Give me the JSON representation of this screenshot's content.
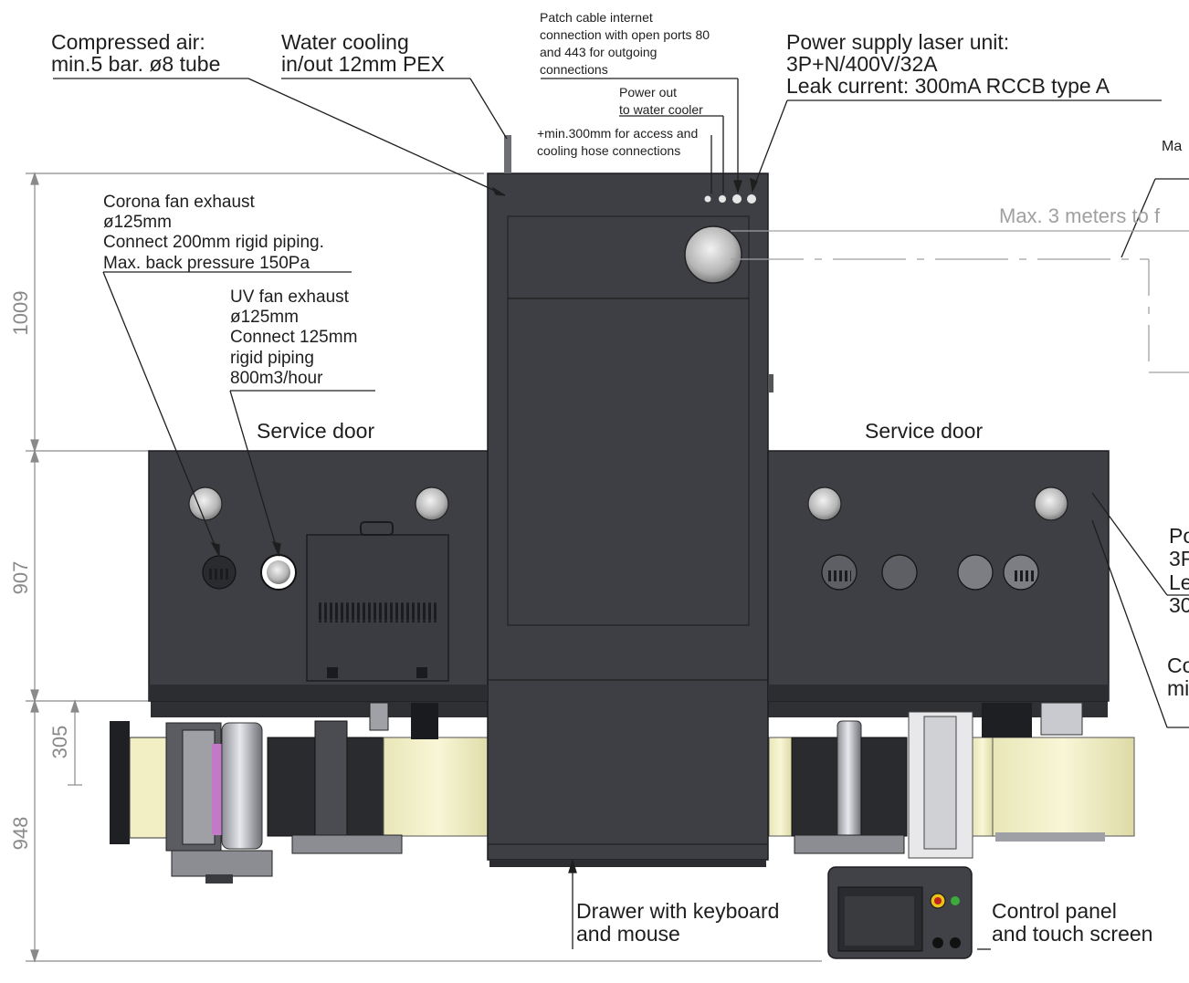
{
  "dimensions": {
    "top_height": "1009",
    "middle_height": "907",
    "lower_height": "305",
    "base_height": "948"
  },
  "labels": {
    "compressed_air": [
      "Compressed air:",
      "min.5 bar. ø8 tube"
    ],
    "water_cooling": [
      "Water cooling",
      "in/out 12mm PEX"
    ],
    "patch_cable": [
      "Patch cable internet",
      "connection with open ports 80",
      "and 443 for outgoing",
      "connections"
    ],
    "power_out": [
      "Power out",
      "to water cooler"
    ],
    "access_clearance": [
      "+min.300mm for access and",
      "cooling hose connections"
    ],
    "power_supply": [
      "Power supply laser unit:",
      "3P+N/400V/32A",
      "Leak current: 300mA RCCB type A"
    ],
    "max_top_right": "Ma",
    "max_distance": "Max. 3 meters to f",
    "corona_fan": [
      "Corona fan exhaust",
      "ø125mm",
      "Connect 200mm rigid piping.",
      "Max. back pressure 150Pa"
    ],
    "uv_fan": [
      "UV fan exhaust",
      "ø125mm",
      "Connect 125mm",
      "rigid piping",
      "800m3/hour"
    ],
    "service_door_left": "Service door",
    "service_door_right": "Service door",
    "right_power_cut": [
      "Po",
      "3F",
      "Le",
      "30"
    ],
    "right_air_cut": [
      "Co",
      "mi"
    ],
    "drawer": [
      "Drawer with keyboard",
      "and mouse"
    ],
    "control_panel": [
      "Control panel",
      "and touch screen"
    ]
  },
  "colors": {
    "machine_body": "#3d3f44",
    "machine_dark": "#2c2d31",
    "label_roll": "#f2efc4",
    "dimension_line": "#8a8a8a"
  }
}
